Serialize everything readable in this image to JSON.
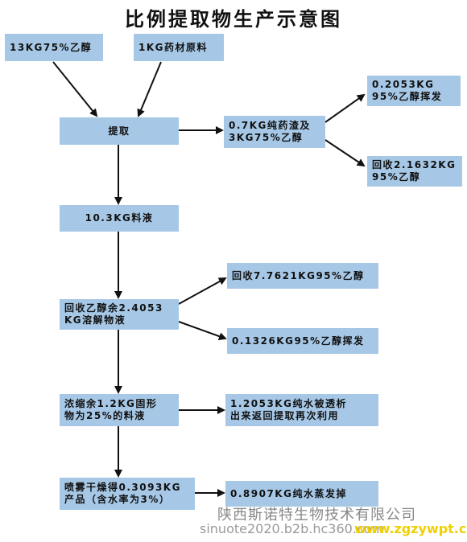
{
  "title": "比例提取物生产示意图",
  "boxes": {
    "ethanol_input": "13KG75%乙醇",
    "herb_input": "1KG药材原料",
    "extract": "提取",
    "residue": [
      "0.7KG纯药渣及",
      "3KG75%乙醇"
    ],
    "evap1": [
      "0.2053KG",
      "95%乙醇挥发"
    ],
    "recover1": [
      "回收2.1632KG",
      "95%乙醇"
    ],
    "liquid": "10.3KG料液",
    "recover2_step": [
      "回收乙醇余2.4053",
      "KG溶解物液"
    ],
    "recover2": "回收7.7621KG95%乙醇",
    "evap2": "0.1326KG95%乙醇挥发",
    "concentrate": [
      "浓缩余1.2KG固形",
      "物为25%的料液"
    ],
    "water_return": [
      "1.2053KG纯水被透析",
      "出来返回提取再次利用"
    ],
    "spray_dry": [
      "喷雾干燥得0.3093KG",
      "产品（含水率为3%）"
    ],
    "water_evap": "0.8907KG纯水蒸发掉"
  },
  "watermark": {
    "company": "陕西斯诺特生物技术有限公司",
    "url": "sinuote2020.b2b.hc360.com",
    "site": "www.zgzywpt.cn"
  }
}
